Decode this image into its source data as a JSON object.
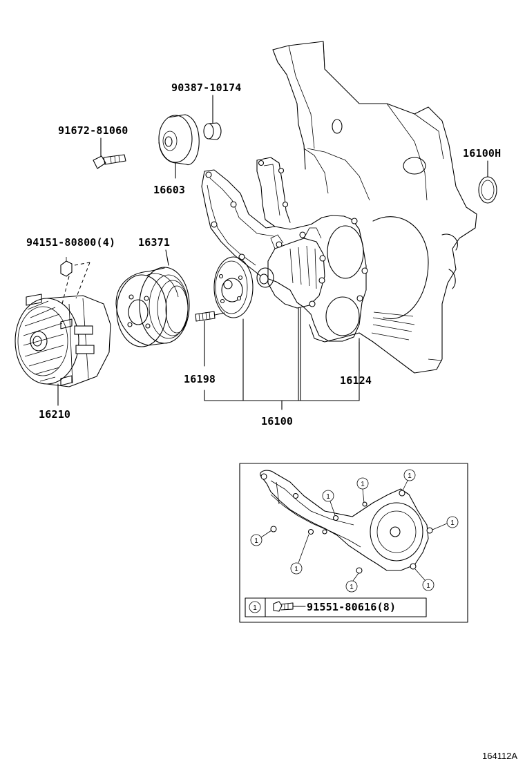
{
  "parts": {
    "p16100H": "16100H",
    "p90387": "90387-10174",
    "p91672": "91672-81060",
    "p16603": "16603",
    "p94151": "94151-80800(4)",
    "p16371": "16371",
    "p16198": "16198",
    "p16124": "16124",
    "p16210": "16210",
    "p16100": "16100"
  },
  "inset": {
    "marker": "1",
    "bolt_part": "91551-80616(8)"
  },
  "figure_id": "164112A"
}
